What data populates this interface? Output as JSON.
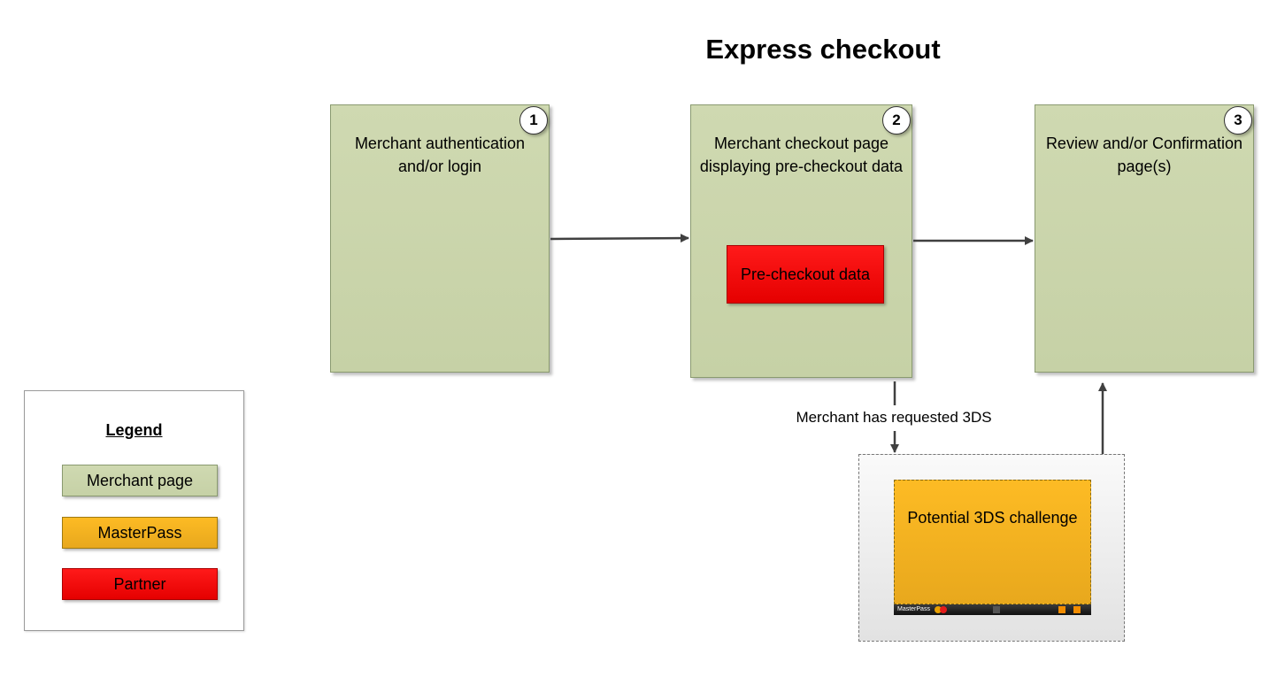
{
  "title": "Express checkout",
  "steps": [
    {
      "number": "1",
      "label": "Merchant authentication and/or login"
    },
    {
      "number": "2",
      "label": "Merchant checkout page displaying pre-checkout data"
    },
    {
      "number": "3",
      "label": "Review and/or Confirmation page(s)"
    }
  ],
  "partner_box": "Pre-checkout data",
  "challenge": {
    "label": "Potential 3DS challenge",
    "bar_brand": "MasterPass"
  },
  "edge_label": "Merchant has requested 3DS",
  "legend": {
    "title": "Legend",
    "items": [
      {
        "label": "Merchant page",
        "color": "#cbd5ab"
      },
      {
        "label": "MasterPass",
        "color": "#f5b221"
      },
      {
        "label": "Partner",
        "color": "#f20000"
      }
    ]
  },
  "arrow_color": "#404040"
}
